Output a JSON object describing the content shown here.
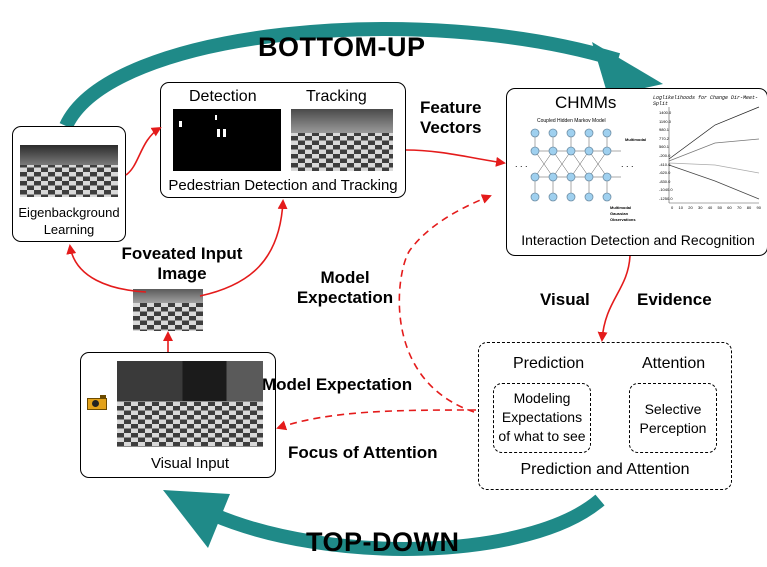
{
  "titles": {
    "bottom_up": "BOTTOM-UP",
    "top_down": "TOP-DOWN"
  },
  "boxes": {
    "eigen": {
      "label_line1": "Eigenbackground",
      "label_line2": "Learning"
    },
    "pedestrian": {
      "detection": "Detection",
      "tracking": "Tracking",
      "caption": "Pedestrian Detection and Tracking"
    },
    "interaction": {
      "title": "CHMMs",
      "model_caption": "Coupled Hidden Markov Model",
      "plot_title": "Loglikelihoods for Change Dir-Meet-Split",
      "caption": "Interaction Detection and Recognition",
      "ylabels": [
        "1400.0",
        "1190.0",
        "980.1",
        "770.2",
        "560.1",
        "-200.0",
        "-410.0",
        "-620.0",
        "-830.0",
        "-1040.0",
        "-1250.0"
      ],
      "xlabels": [
        "0",
        "10",
        "20",
        "30",
        "40",
        "50",
        "60",
        "70",
        "80",
        "90"
      ],
      "side_labels": [
        "Multimodal",
        "Gaussian",
        "Observations"
      ]
    },
    "prediction": {
      "prediction": "Prediction",
      "attention": "Attention",
      "modeling_l1": "Modeling",
      "modeling_l2": "Expectations",
      "modeling_l3": "of what to see",
      "selective_l1": "Selective",
      "selective_l2": "Perception",
      "caption": "Prediction and Attention"
    },
    "visual_input": {
      "caption": "Visual Input"
    }
  },
  "labels": {
    "feature_l1": "Feature",
    "feature_l2": "Vectors",
    "foveated_l1": "Foveated Input",
    "foveated_l2": "Image",
    "model_exp_l1": "Model",
    "model_exp_l2": "Expectation",
    "visual_evidence_l1": "Visual",
    "visual_evidence_l2": "Evidence",
    "model_expectation2": "Model Expectation",
    "focus": "Focus of Attention"
  },
  "colors": {
    "teal": "#1f8a88",
    "red": "#e41b1b"
  },
  "icons": {
    "camera": "camera-icon"
  }
}
